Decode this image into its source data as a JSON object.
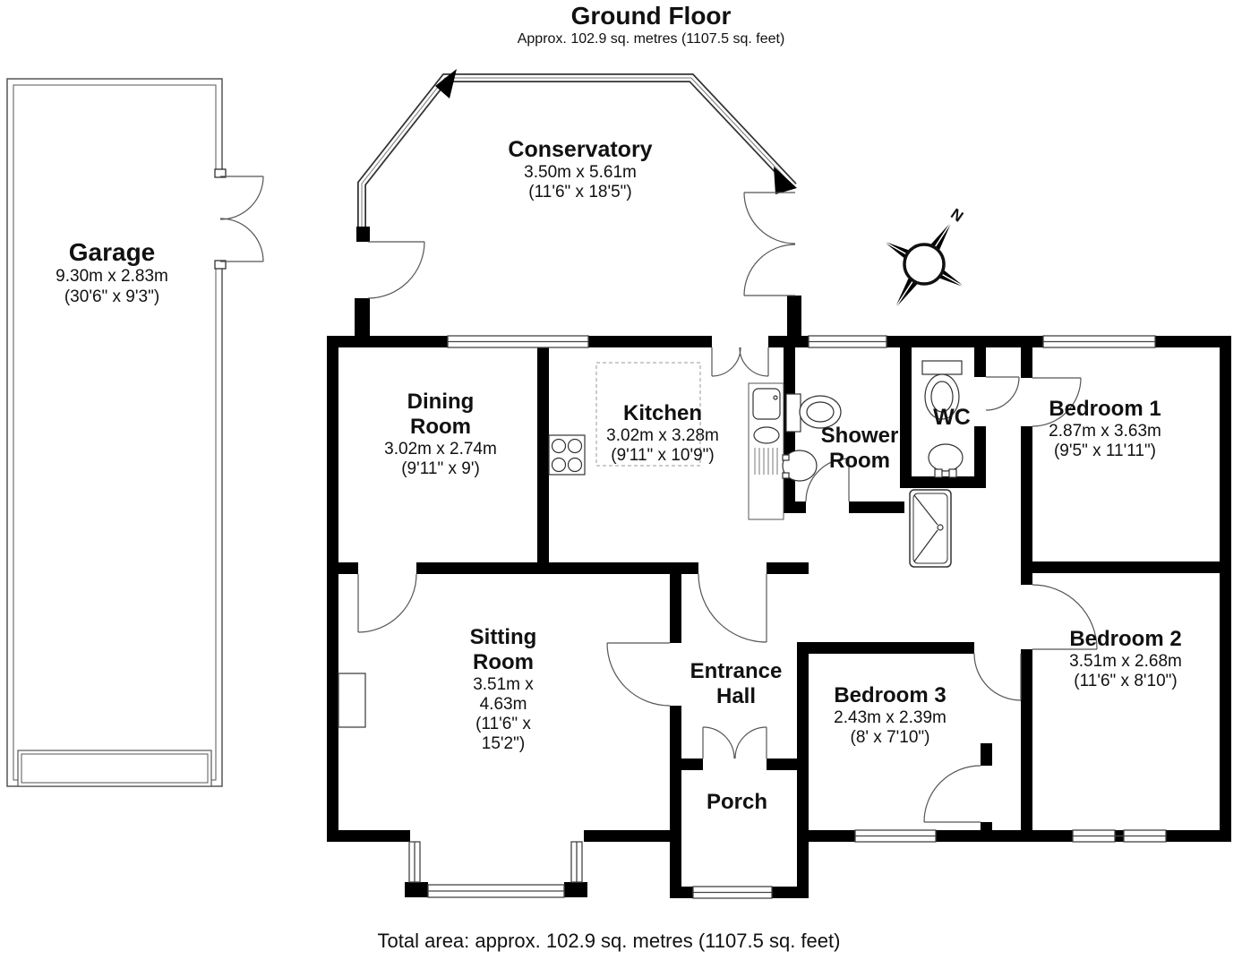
{
  "header": {
    "title": "Ground Floor",
    "subtitle": "Approx. 102.9 sq. metres (1107.5 sq. feet)"
  },
  "footer": {
    "total_area": "Total area: approx. 102.9 sq. metres (1107.5 sq. feet)"
  },
  "compass": {
    "north_label": "N"
  },
  "rooms": {
    "garage": {
      "name": "Garage",
      "metric": "9.30m x 2.83m",
      "imperial": "(30'6\" x 9'3\")"
    },
    "conservatory": {
      "name": "Conservatory",
      "metric": "3.50m x 5.61m",
      "imperial": "(11'6\" x 18'5\")"
    },
    "dining_room": {
      "name": "Dining Room",
      "metric": "3.02m x 2.74m",
      "imperial": "(9'11\" x 9')"
    },
    "kitchen": {
      "name": "Kitchen",
      "metric": "3.02m x 3.28m",
      "imperial": "(9'11\" x 10'9\")"
    },
    "shower_room": {
      "name": "Shower Room"
    },
    "wc": {
      "name": "WC"
    },
    "bedroom1": {
      "name": "Bedroom 1",
      "metric": "2.87m x 3.63m",
      "imperial": "(9'5\" x 11'11\")"
    },
    "sitting_room": {
      "name": "Sitting Room",
      "metric": "3.51m x 4.63m",
      "imperial": "(11'6\" x 15'2\")"
    },
    "entrance_hall": {
      "name": "Entrance Hall"
    },
    "bedroom3": {
      "name": "Bedroom 3",
      "metric": "2.43m x 2.39m",
      "imperial": "(8' x 7'10\")"
    },
    "bedroom2": {
      "name": "Bedroom 2",
      "metric": "3.51m x 2.68m",
      "imperial": "(11'6\" x 8'10\")"
    },
    "porch": {
      "name": "Porch"
    }
  },
  "colors": {
    "wall": "#000000",
    "outline": "#4a4a4a",
    "background": "#ffffff"
  }
}
